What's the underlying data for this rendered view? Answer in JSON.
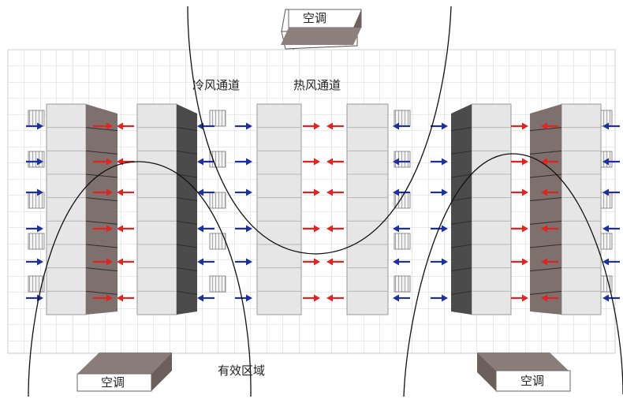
{
  "labels": {
    "ac_top": "空调",
    "ac_bottom_left": "空调",
    "ac_bottom_right": "空调",
    "cold_aisle": "冷风通道",
    "hot_aisle": "热风通道",
    "effective_zone": "有效区域"
  },
  "colors": {
    "cold_arrow": "#1f2f9e",
    "hot_arrow": "#e32222",
    "grid_line": "#d6d6d6",
    "rack_face": "#e6e6e6",
    "rack_front_dark": "#4b4b4b",
    "rack_front_brown": "#7e706d",
    "ac_top_face": "#9a8e8a",
    "ac_side_face": "#6f625e",
    "curve": "#111111"
  },
  "icons": {
    "cold_flow": "blue-arrow-icon",
    "hot_flow": "red-arrow-icon",
    "vent_tile": "perforated-tile-icon"
  }
}
